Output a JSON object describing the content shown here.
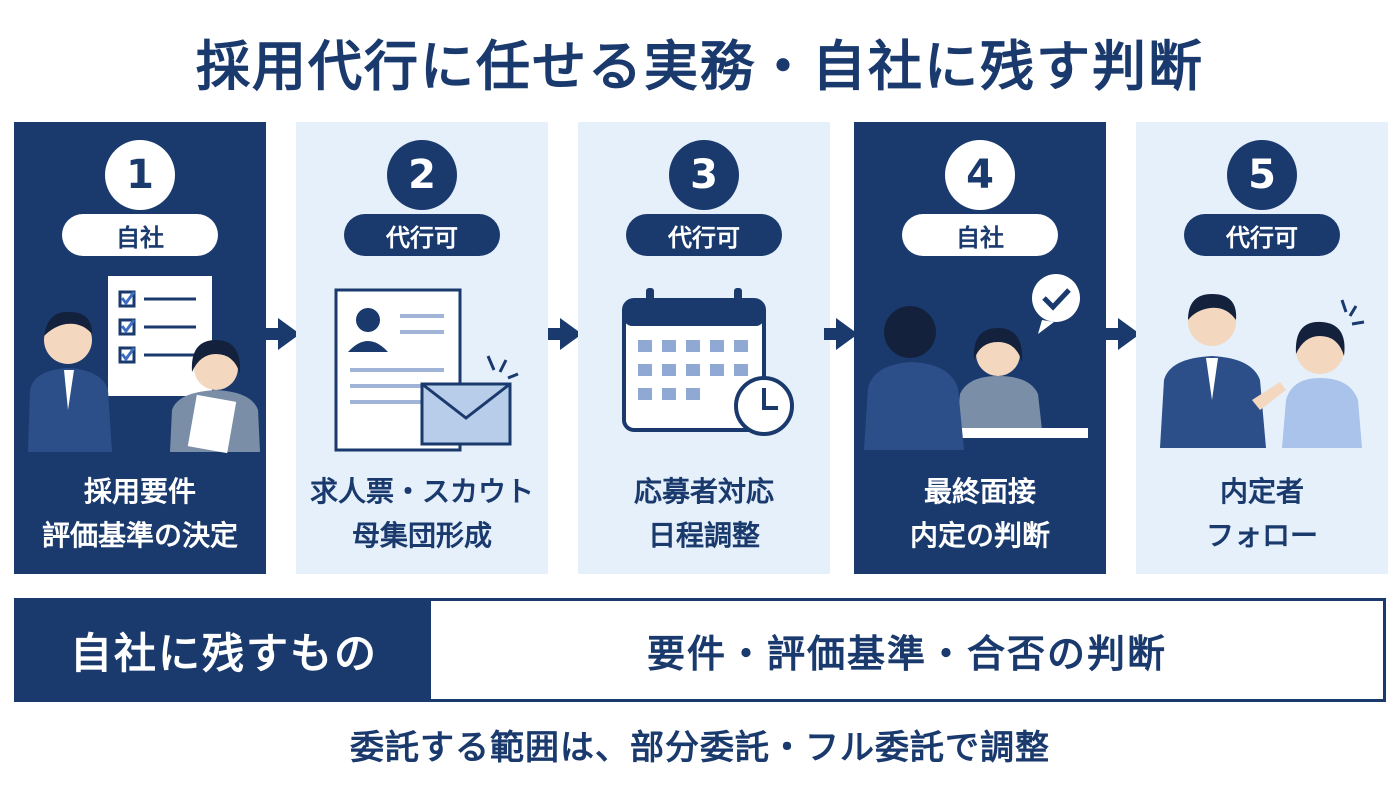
{
  "title": "採用代行に任せる実務・自社に残す判断",
  "steps": [
    {
      "number": "1",
      "badge": "自社",
      "line1": "採用要件",
      "line2": "評価基準の決定",
      "owner": "self"
    },
    {
      "number": "2",
      "badge": "代行可",
      "line1": "求人票・スカウト",
      "line2": "母集団形成",
      "owner": "agent"
    },
    {
      "number": "3",
      "badge": "代行可",
      "line1": "応募者対応",
      "line2": "日程調整",
      "owner": "agent"
    },
    {
      "number": "4",
      "badge": "自社",
      "line1": "最終面接",
      "line2": "内定の判断",
      "owner": "self"
    },
    {
      "number": "5",
      "badge": "代行可",
      "line1": "内定者",
      "line2": "フォロー",
      "owner": "agent"
    }
  ],
  "keep": {
    "label": "自社に残すもの",
    "value": "要件・評価基準・合否の判断"
  },
  "footer": "委託する範囲は、部分委託・フル委託で調整",
  "colors": {
    "navy": "#1a3a6e",
    "light": "#e6f0fb",
    "accent": "#6a8fd0"
  }
}
